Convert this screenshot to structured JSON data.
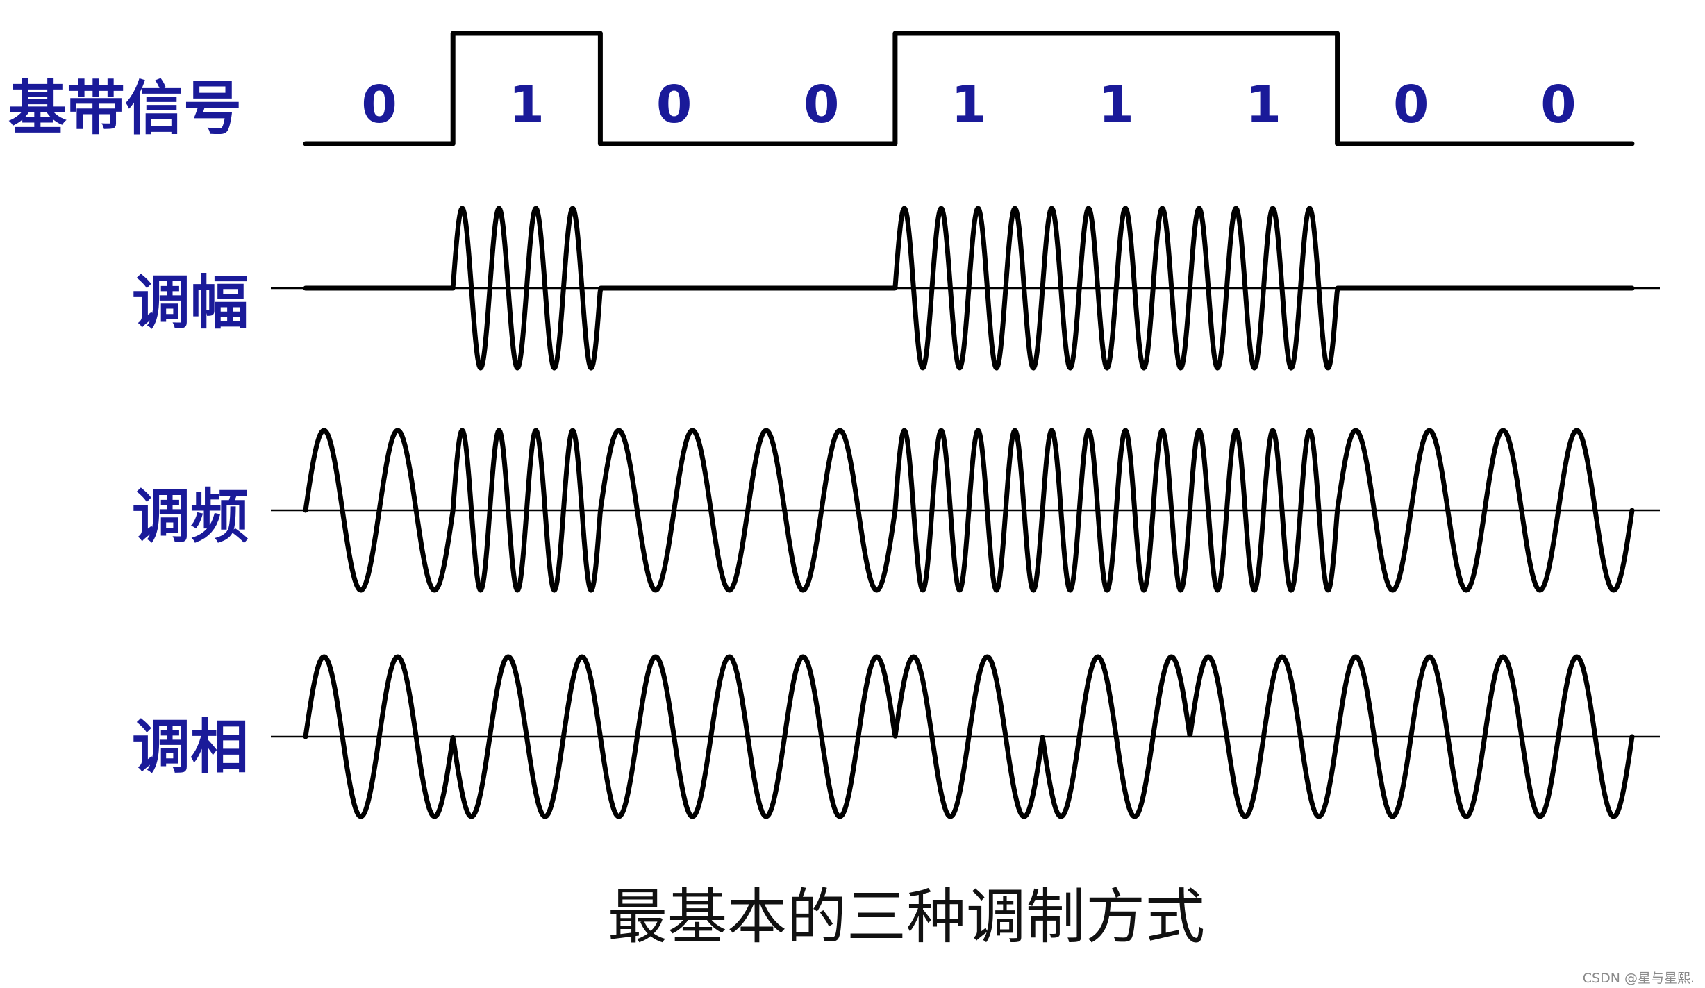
{
  "labels": {
    "baseband": "基带信号",
    "am": "调幅",
    "fm": "调频",
    "pm": "调相"
  },
  "bits": [
    "0",
    "1",
    "0",
    "0",
    "1",
    "1",
    "1",
    "0",
    "0"
  ],
  "caption": "最基本的三种调制方式",
  "watermark": "CSDN @星与星熙."
}
